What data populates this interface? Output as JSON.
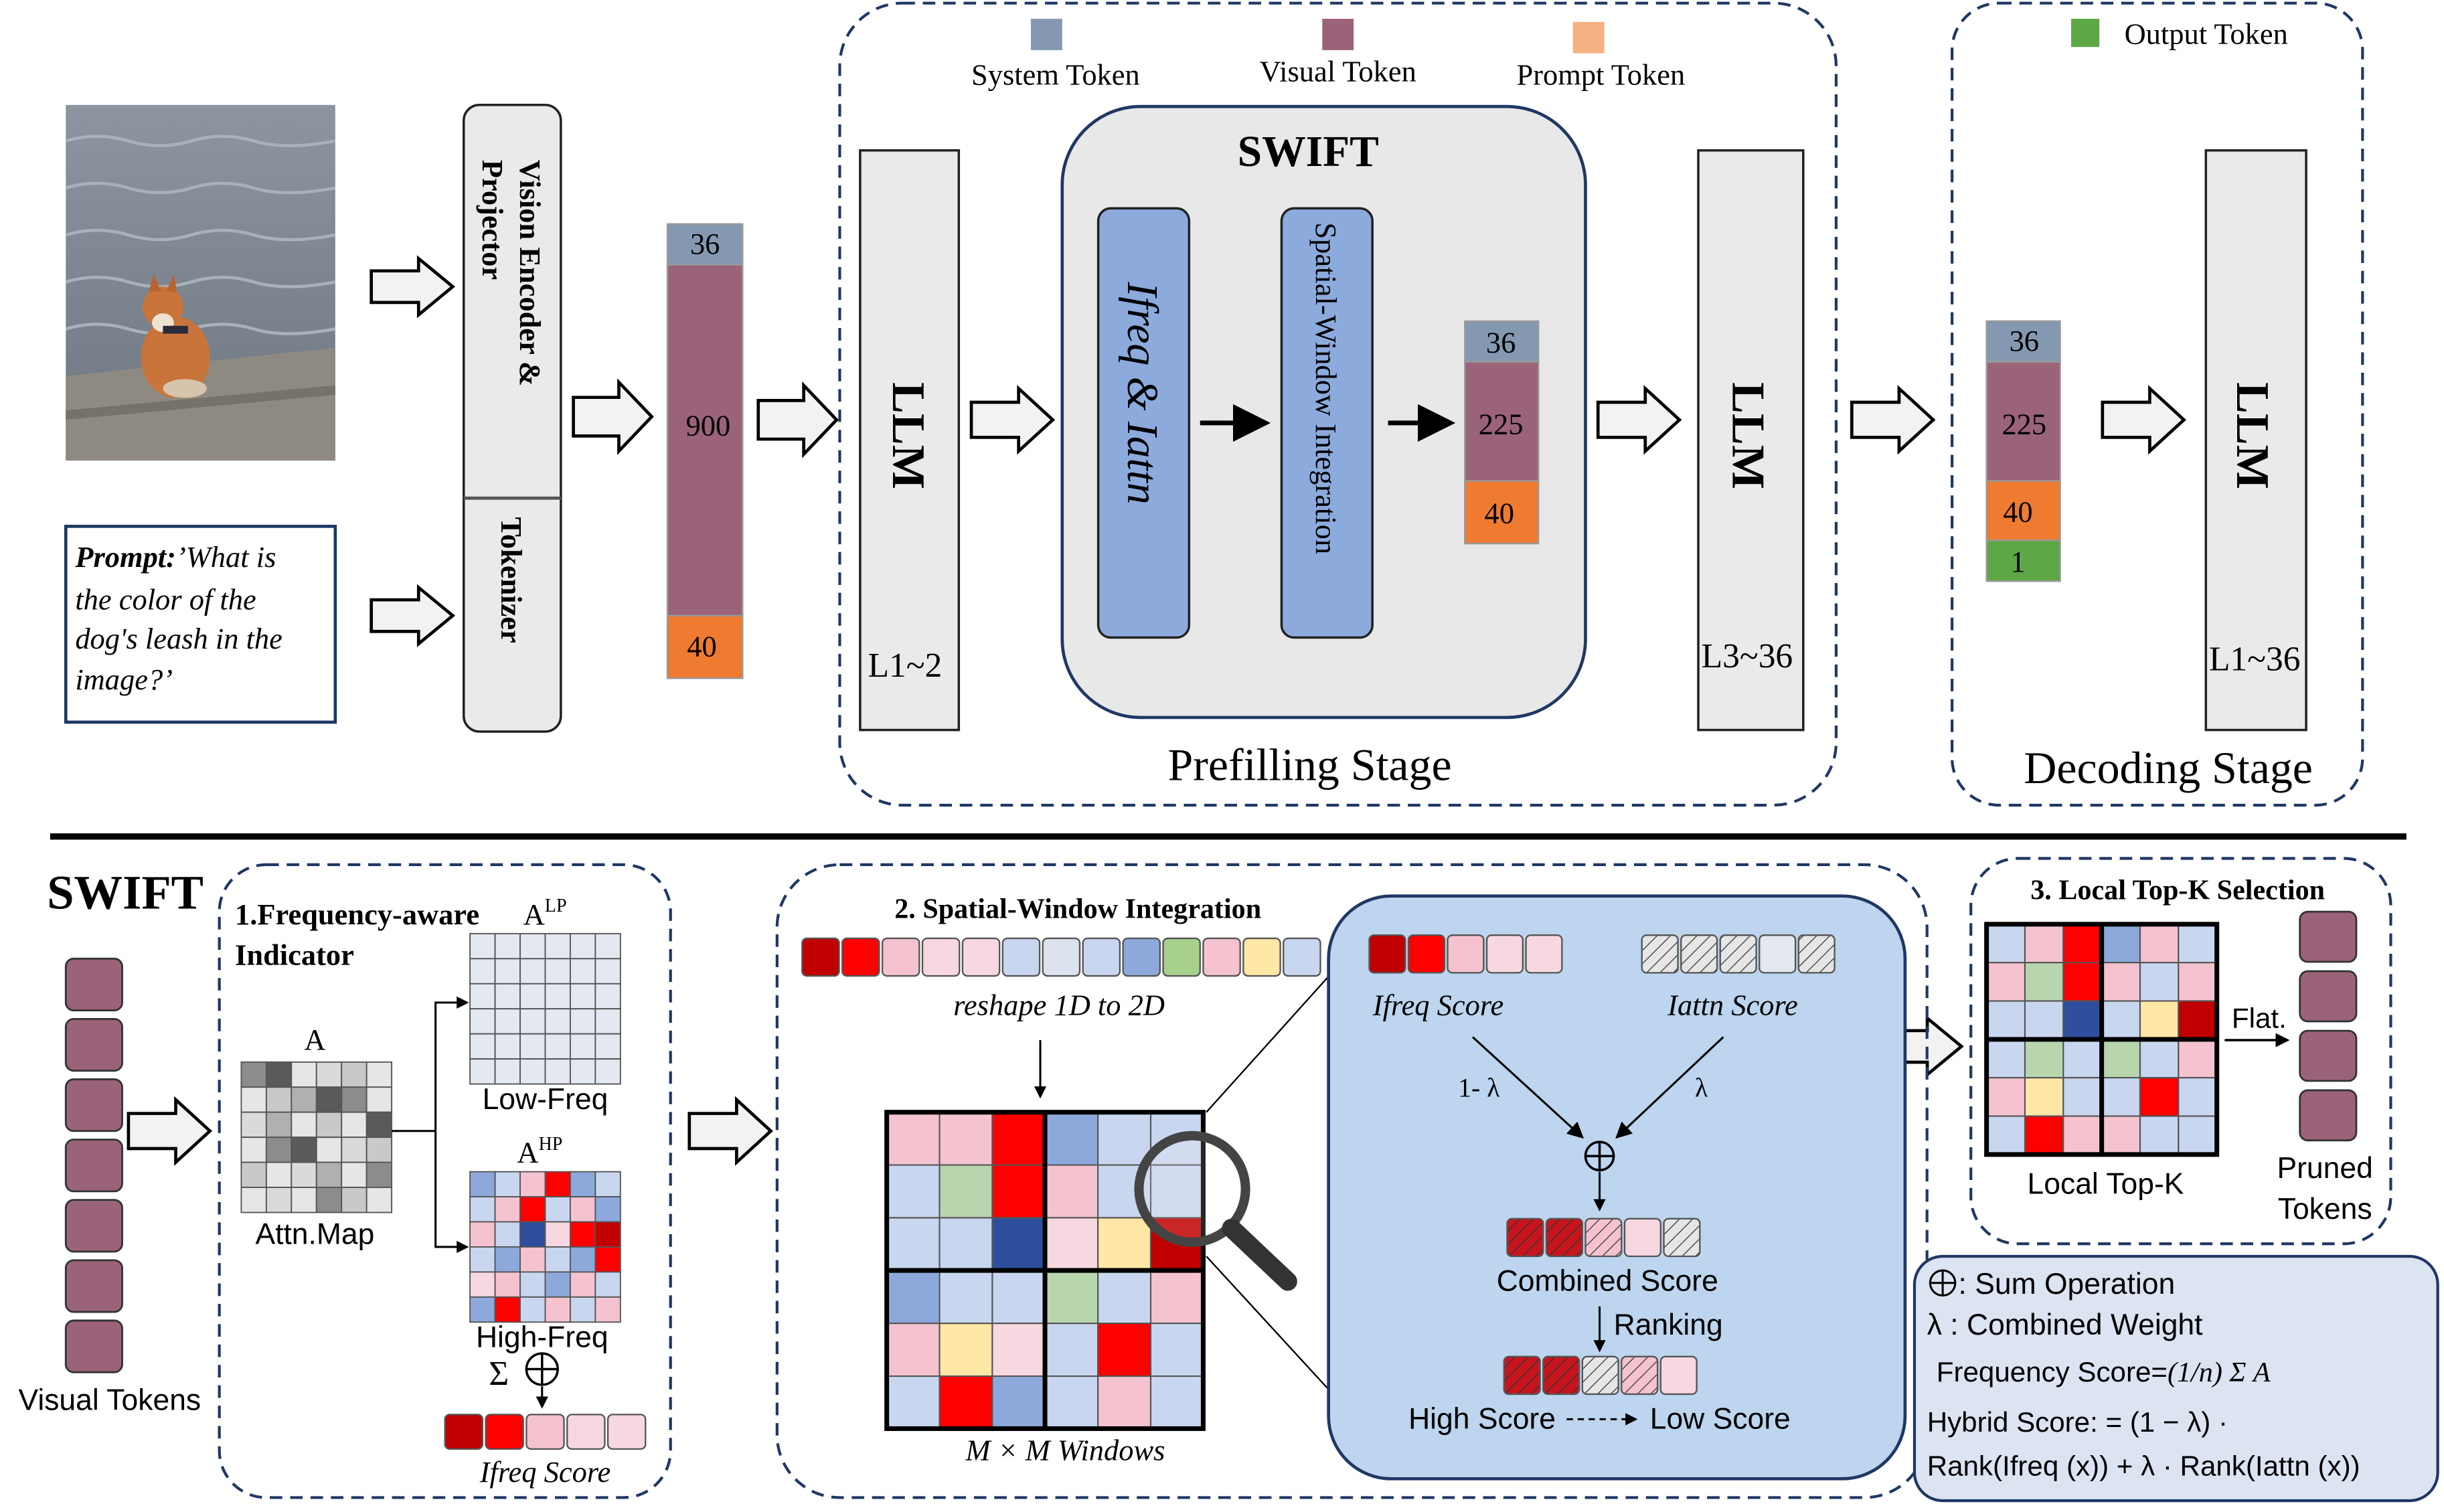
{
  "legend": {
    "system_token": "System Token",
    "visual_token": "Visual Token",
    "prompt_token": "Prompt Token",
    "output_token": "Output Token"
  },
  "colors": {
    "system": "#8499B1",
    "visual": "#9B637A",
    "prompt": "#F5B184",
    "prompt_block": "#EE7B30",
    "output": "#5DA845",
    "module_blue": "#8CAADC",
    "panel_blue": "#BDD5EE",
    "panel_gray": "#E8E8E8"
  },
  "input": {
    "prompt_label": "Prompt:",
    "prompt_text_lines": [
      "’What is",
      "the color of the",
      "dog's leash in the",
      "image?’"
    ],
    "image_icon": "shiba-dog-photo"
  },
  "encoder": {
    "vision": "Vision Encoder &",
    "projector": "Projector",
    "tokenizer": "Tokenizer"
  },
  "token_stack_1": {
    "system": "36",
    "visual": "900",
    "prompt": "40"
  },
  "prefill": {
    "llm_a": "LLM",
    "llm_a_layers": "L1~2",
    "swift_title": "SWIFT",
    "ifreq_module": "Ifreq & Iattn",
    "spatial_module": "Spatial-Window Integration",
    "stack": {
      "system": "36",
      "visual": "225",
      "prompt": "40"
    },
    "llm_b": "LLM",
    "llm_b_layers": "L3~36",
    "stage_label": "Prefilling Stage"
  },
  "decode": {
    "stack": {
      "system": "36",
      "visual": "225",
      "prompt": "40",
      "output": "1"
    },
    "llm": "LLM",
    "llm_layers": "L1~36",
    "stage_label": "Decoding Stage"
  },
  "bottom": {
    "swift_label": "SWIFT",
    "visual_tokens_label": "Visual Tokens",
    "freq": {
      "title_line1": "1.Frequency-aware",
      "title_line2": "Indicator",
      "alp_label": "A",
      "alp_sup": "LP",
      "a_label": "A",
      "attn_map": "Attn.Map",
      "low_freq": "Low-Freq",
      "ahp_label": "A",
      "ahp_sup": "HP",
      "high_freq": "High-Freq",
      "sigma": "Σ",
      "ifreq_score": "Ifreq  Score"
    },
    "spatial": {
      "title": "2. Spatial-Window Integration",
      "reshape": "reshape 1D to 2D",
      "windows": "M  × M Windows"
    },
    "zoom": {
      "ifreq_score": "Ifreq  Score",
      "iattn_score": "Iattn  Score",
      "one_minus_lambda": "1- λ",
      "lambda": "λ",
      "combined": "Combined Score",
      "ranking": "Ranking",
      "high_score": "High Score",
      "low_score": "Low Score"
    },
    "topk": {
      "title": "3. Local Top-K Selection",
      "flat": "Flat.",
      "local_topk": "Local Top-K",
      "pruned_line1": "Pruned",
      "pruned_line2": "Tokens"
    },
    "notes": {
      "sum_op": ": Sum Operation",
      "combined_weight": "λ : Combined Weight",
      "freq_score": "Frequency Score=",
      "freq_formula": "(1/n) Σ A",
      "hybrid_line1": "Hybrid Score: = (1 − λ) ·",
      "hybrid_line2": "Rank(Ifreq (x)) + λ · Rank(Iattn (x))"
    }
  }
}
